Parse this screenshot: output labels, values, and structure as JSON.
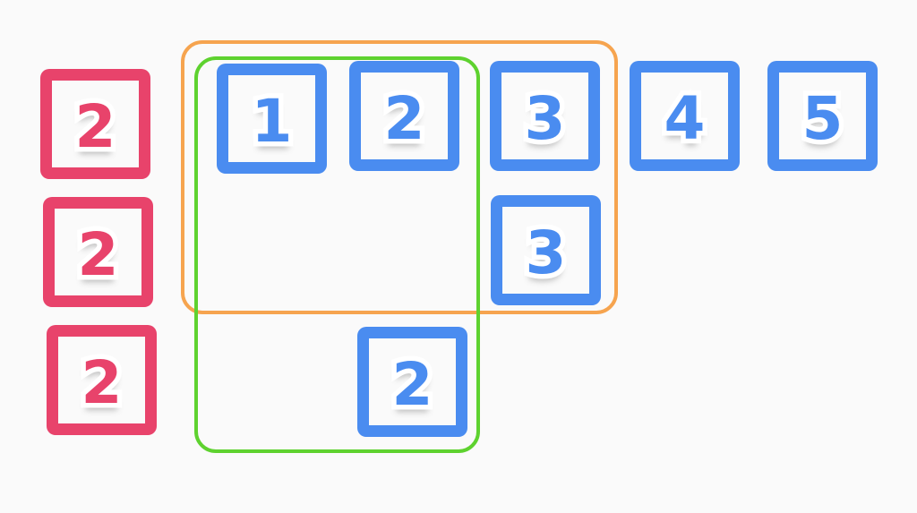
{
  "colors": {
    "pink": "#e8436b",
    "blue": "#4a8cf0",
    "orange": "#f6a44f",
    "green": "#5ed22f",
    "background": "#fafafa",
    "number_plate": "#ffffff"
  },
  "left_column": {
    "boxes": [
      {
        "value": "2"
      },
      {
        "value": "2"
      },
      {
        "value": "2"
      }
    ]
  },
  "top_row": {
    "boxes": [
      {
        "value": "1"
      },
      {
        "value": "2"
      },
      {
        "value": "3"
      },
      {
        "value": "4"
      },
      {
        "value": "5"
      }
    ]
  },
  "middle_row": {
    "boxes": [
      {
        "value": "3"
      }
    ]
  },
  "bottom_row": {
    "boxes": [
      {
        "value": "2"
      }
    ]
  }
}
